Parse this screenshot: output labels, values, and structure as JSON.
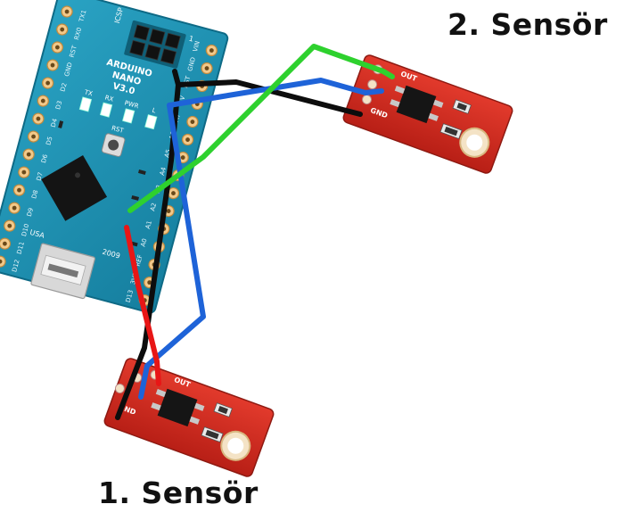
{
  "labels": {
    "sensor_2": "2. Sensör",
    "sensor_1": "1. Sensör"
  },
  "board": {
    "name": "ARDUINO",
    "model": "NANO",
    "version": "V3.0",
    "icsp": "ICSP",
    "pin1": "1",
    "rst": "RST",
    "usa": "USA",
    "year": "2009",
    "pins_top": [
      "D12",
      "D11",
      "D10",
      "D9",
      "D8",
      "D7",
      "D6",
      "D5",
      "D4",
      "D3",
      "D2",
      "GND",
      "RST",
      "RX0",
      "TX1"
    ],
    "pins_bottom": [
      "D13",
      "3V3",
      "REF",
      "A0",
      "A1",
      "A2",
      "A3",
      "A4",
      "A5",
      "A6",
      "A7",
      "5V",
      "RST",
      "GND",
      "VIN"
    ],
    "leds": [
      "TX",
      "RX",
      "PWR",
      "L"
    ],
    "color": "#1b8fb0"
  },
  "sensors": [
    {
      "out_label": "OUT",
      "gnd_label": "GND"
    },
    {
      "out_label": "OUT",
      "gnd_label": "GND"
    }
  ],
  "wire_colors": {
    "black": "#0d0d0d",
    "blue": "#1e63d8",
    "green": "#2ed12e",
    "red": "#e81616"
  },
  "pcb_color": "#d42a1e"
}
